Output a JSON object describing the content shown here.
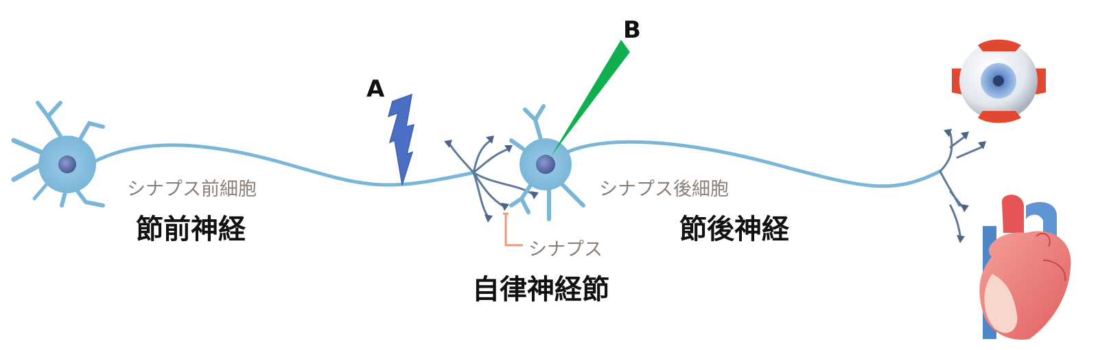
{
  "markers": {
    "a": "A",
    "b": "B"
  },
  "labels": {
    "presynaptic_cell": "シナプス前細胞",
    "preganglionic_nerve": "節前神経",
    "postsynaptic_cell": "シナプス後細胞",
    "postganglionic_nerve": "節後神経",
    "synapse": "シナプス",
    "autonomic_ganglion": "自律神経節"
  },
  "colors": {
    "neuron": "#7ab6d8",
    "nucleus": "#5b6fa8",
    "stimulus_a": "#4a6fc4",
    "probe_b": "#10b050",
    "synapse_bracket": "#e89a7a"
  },
  "icons": {
    "target_organ_1": "eyeball-icon",
    "target_organ_2": "heart-icon"
  }
}
